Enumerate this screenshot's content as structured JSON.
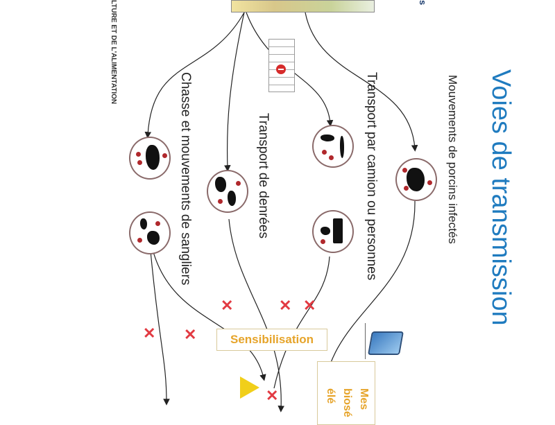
{
  "title": "Voies de transmission",
  "ministry_text": "LTURE ET DE L'ALIMENTATION",
  "top_fragment": "s",
  "routes": [
    {
      "label": "Mouvements de porcins infectés",
      "icons": [
        "pig-icon"
      ]
    },
    {
      "label": "Transport par camion ou personnes",
      "icons": [
        "person-boots-icon",
        "truck-icon"
      ]
    },
    {
      "label": "Transport de denrées",
      "icons": [
        "food-ham-icon"
      ]
    },
    {
      "label": "Chasse et mouvements de sangliers",
      "icons": [
        "wild-boar-icon",
        "hunter-icon"
      ]
    }
  ],
  "boxes": {
    "sensibilisation": "Sensibilisation",
    "mesures": [
      "Mes",
      "biosé",
      "élé"
    ]
  },
  "colors": {
    "title": "#1f7bbf",
    "box_text": "#e6a42a",
    "cross": "#e23a42",
    "virus": "#b0282c"
  }
}
